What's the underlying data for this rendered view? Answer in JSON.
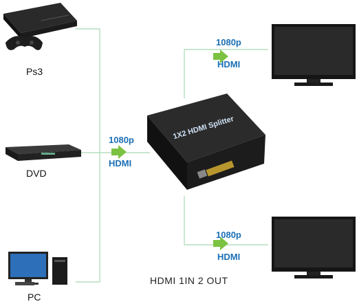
{
  "sources": {
    "ps3": {
      "label": "Ps3"
    },
    "dvd": {
      "label": "DVD"
    },
    "pc": {
      "label": "PC"
    }
  },
  "input_signal": {
    "resolution": "1080p",
    "interface": "HDMI"
  },
  "outputs": [
    {
      "resolution": "1080p",
      "interface": "HDMI"
    },
    {
      "resolution": "1080p",
      "interface": "HDMI"
    }
  ],
  "device": {
    "printed_text": "1X2 HDMI Splitter"
  },
  "caption": "HDMI 1IN 2 OUT",
  "colors": {
    "line": "#a8d8b0",
    "arrow": "#7cc242",
    "text_blue": "#1a6fb5",
    "device": "#1c1c1c"
  }
}
